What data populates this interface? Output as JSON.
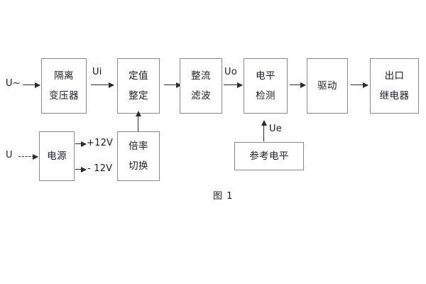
{
  "figure": {
    "caption": "图 1",
    "stroke_color": "#8a8a8a",
    "arrow_color": "#2b2b2b",
    "background_color": "#ffffff"
  },
  "inputs": [
    {
      "name": "ac-input",
      "label": "U~"
    },
    {
      "name": "dc-input",
      "label": "U"
    }
  ],
  "blocks": [
    {
      "id": "isolation-transformer",
      "line1": "隔离",
      "line2": "变压器"
    },
    {
      "id": "setpoint-adjust",
      "line1": "定值",
      "line2": "整定"
    },
    {
      "id": "rectify-filter",
      "line1": "整流",
      "line2": "滤波"
    },
    {
      "id": "level-detect",
      "line1": "电平",
      "line2": "检测"
    },
    {
      "id": "drive",
      "line1": "驱动",
      "line2": ""
    },
    {
      "id": "output-relay",
      "line1": "出口",
      "line2": "继电器"
    },
    {
      "id": "power-supply",
      "line1": "电源",
      "line2": ""
    },
    {
      "id": "ratio-switch",
      "line1": "倍率",
      "line2": "切换"
    },
    {
      "id": "reference-level",
      "line1": "参考电平",
      "line2": ""
    }
  ],
  "signals": [
    {
      "id": "ui",
      "label": "Ui"
    },
    {
      "id": "uo",
      "label": "Uo"
    },
    {
      "id": "ue",
      "label": "Ue"
    }
  ],
  "rails": [
    {
      "id": "rail-pos",
      "label": "+12V"
    },
    {
      "id": "rail-neg",
      "label": "- 12V"
    }
  ]
}
